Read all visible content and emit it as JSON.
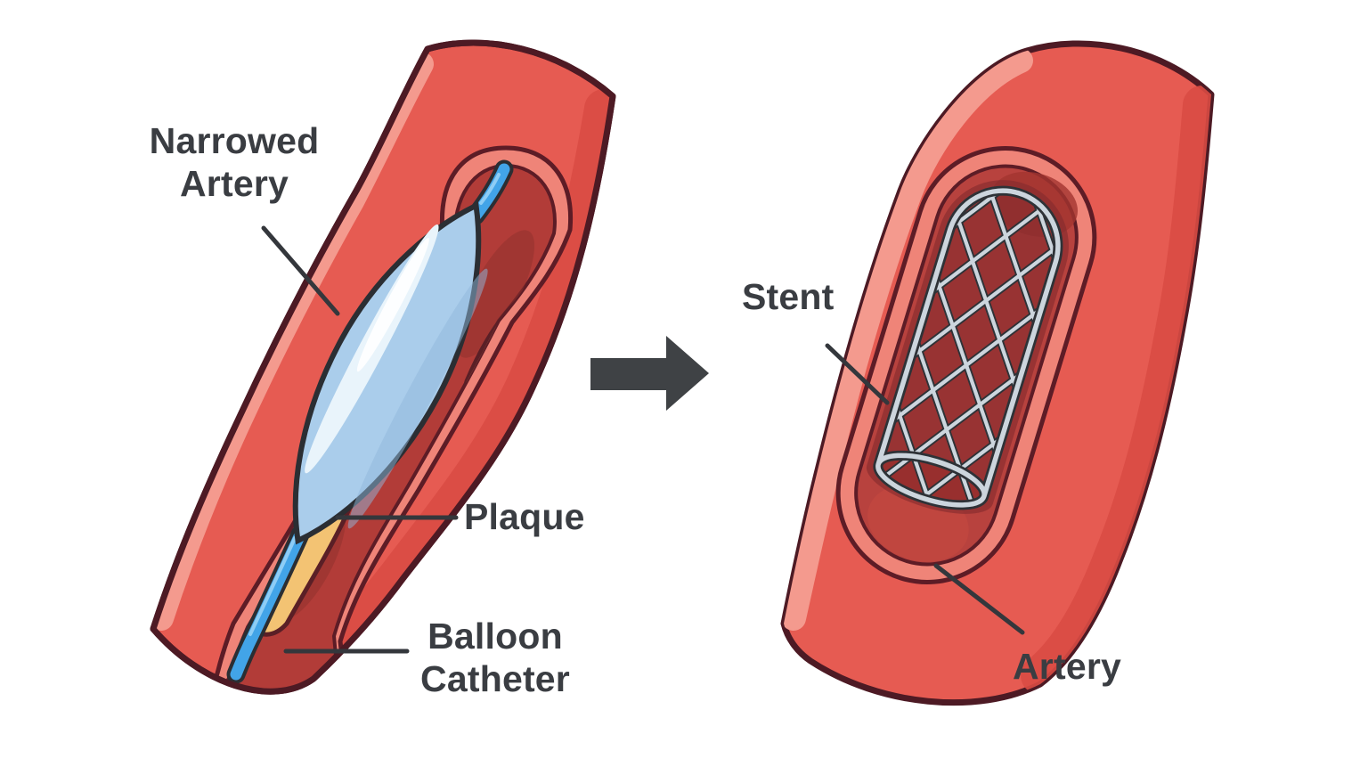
{
  "labels": {
    "narrowed_artery": {
      "line1": "Narrowed",
      "line2": "Artery"
    },
    "plaque": {
      "text": "Plaque"
    },
    "balloon_catheter": {
      "line1": "Balloon",
      "line2": "Catheter"
    },
    "stent": {
      "text": "Stent"
    },
    "artery": {
      "text": "Artery"
    }
  },
  "icons": {
    "arrow": "right-arrow"
  },
  "colors": {
    "background": "#ffffff",
    "artery_red": "#e65b52",
    "artery_red_dark": "#d94b44",
    "artery_highlight": "#f49a8e",
    "artery_outline": "#4d1a24",
    "inner_rim_salmon": "#ef8478",
    "inner_rim_outline": "#5d1c26",
    "lumen_red": "#b23c38",
    "lumen_red2": "#b8423e",
    "lumen_dark": "#8e2f2c",
    "plaque_yellow": "#f3c373",
    "plaque_light": "#f8d89e",
    "plaque_outline": "#5a1f26",
    "balloon_blue": "#aacdeb",
    "balloon_highlight": "#e9f4fb",
    "balloon_outline": "#2b2e33",
    "catheter_blue": "#42a4e8",
    "catheter_light": "#8ecdf5",
    "stent_gray": "#ccd5dd",
    "stent_dark": "#2e3237",
    "label_color": "#3a3d42",
    "leader_color": "#34373c",
    "arrow_color": "#3f4245"
  }
}
